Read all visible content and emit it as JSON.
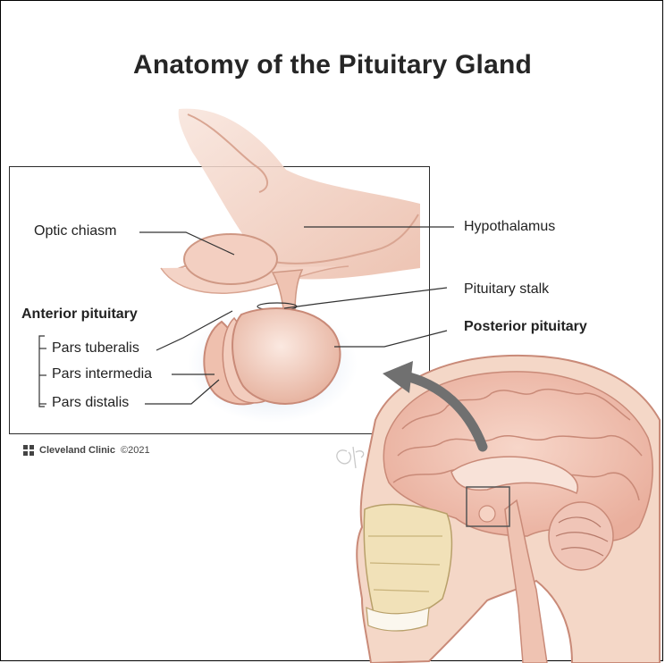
{
  "title": "Anatomy of the Pituitary Gland",
  "labels": {
    "optic_chiasm": "Optic chiasm",
    "hypothalamus": "Hypothalamus",
    "pituitary_stalk": "Pituitary stalk",
    "anterior_pituitary": "Anterior pituitary",
    "posterior_pituitary": "Posterior pituitary",
    "pars_tuberalis": "Pars tuberalis",
    "pars_intermedia": "Pars intermedia",
    "pars_distalis": "Pars distalis"
  },
  "credit": {
    "brand": "Cleveland Clinic",
    "copyright": "©2021"
  },
  "colors": {
    "tissue_light": "#f6d9cc",
    "tissue_mid": "#eab9a5",
    "tissue_dark": "#c98a78",
    "brain_pink": "#f1c4b5",
    "arrow_gray": "#707070",
    "glow_blue": "#cfdcf0"
  }
}
